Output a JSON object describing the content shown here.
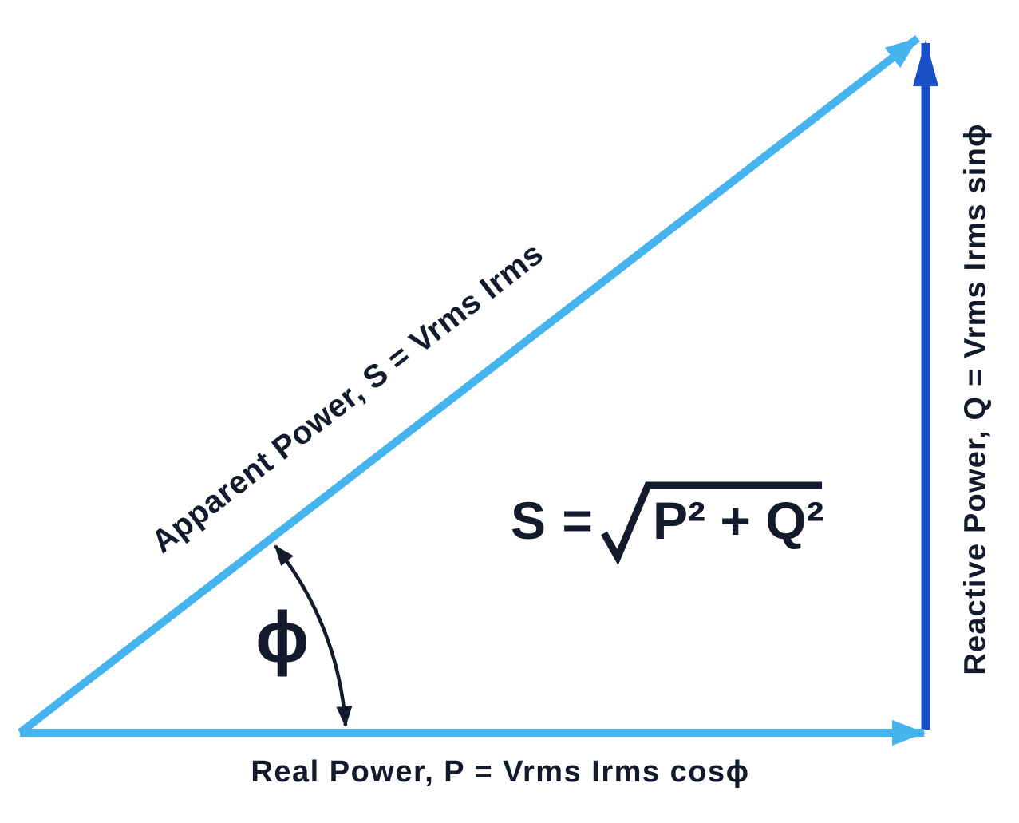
{
  "labels": {
    "apparent": "Apparent Power, S = Vrms Irms",
    "real": "Real Power, P = Vrms Irms cosϕ",
    "reactive": "Reactive Power, Q = Vrms Irms sinϕ",
    "angle": "ϕ"
  },
  "formula": {
    "lhs": "S =",
    "radical_symbol": "√",
    "radicand": "P² + Q²"
  },
  "colors": {
    "light_blue": "#45B3EE",
    "dark_blue": "#1950C8",
    "ink": "#121A2B",
    "bg": "#FFFFFF"
  }
}
